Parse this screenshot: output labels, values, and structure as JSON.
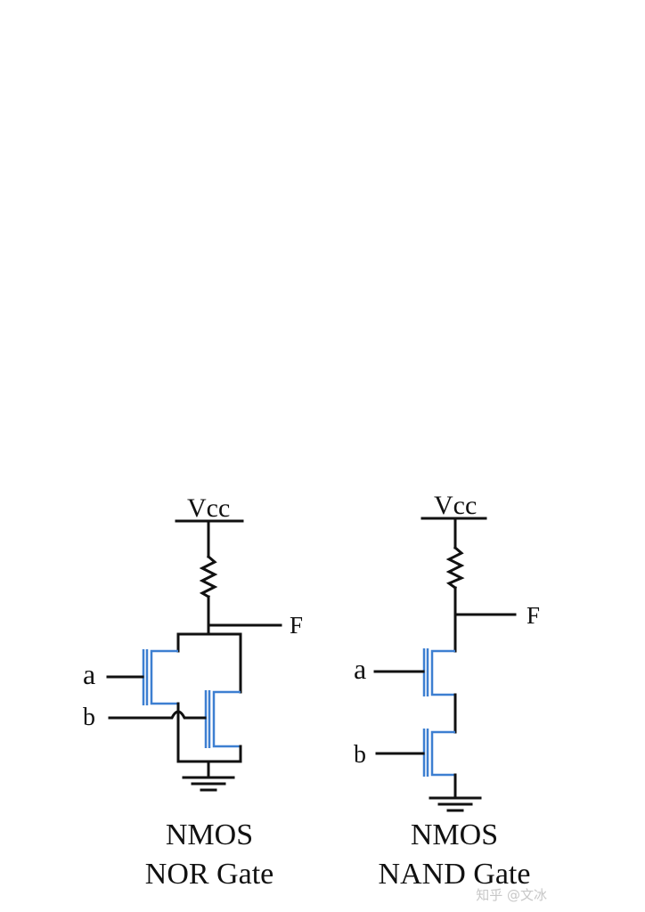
{
  "nor": {
    "supply_label": "Vcc",
    "output_label": "F",
    "input_a_label": "a",
    "input_b_label": "b",
    "caption_line1": "NMOS",
    "caption_line2": "NOR Gate"
  },
  "nand": {
    "supply_label": "Vcc",
    "output_label": "F",
    "input_a_label": "a",
    "input_b_label": "b",
    "caption_line1": "NMOS",
    "caption_line2": "NAND Gate"
  },
  "watermark": "知乎 @文冰",
  "colors": {
    "wire": "#111111",
    "transistor": "#3d7fd1",
    "background": "#ffffff"
  }
}
